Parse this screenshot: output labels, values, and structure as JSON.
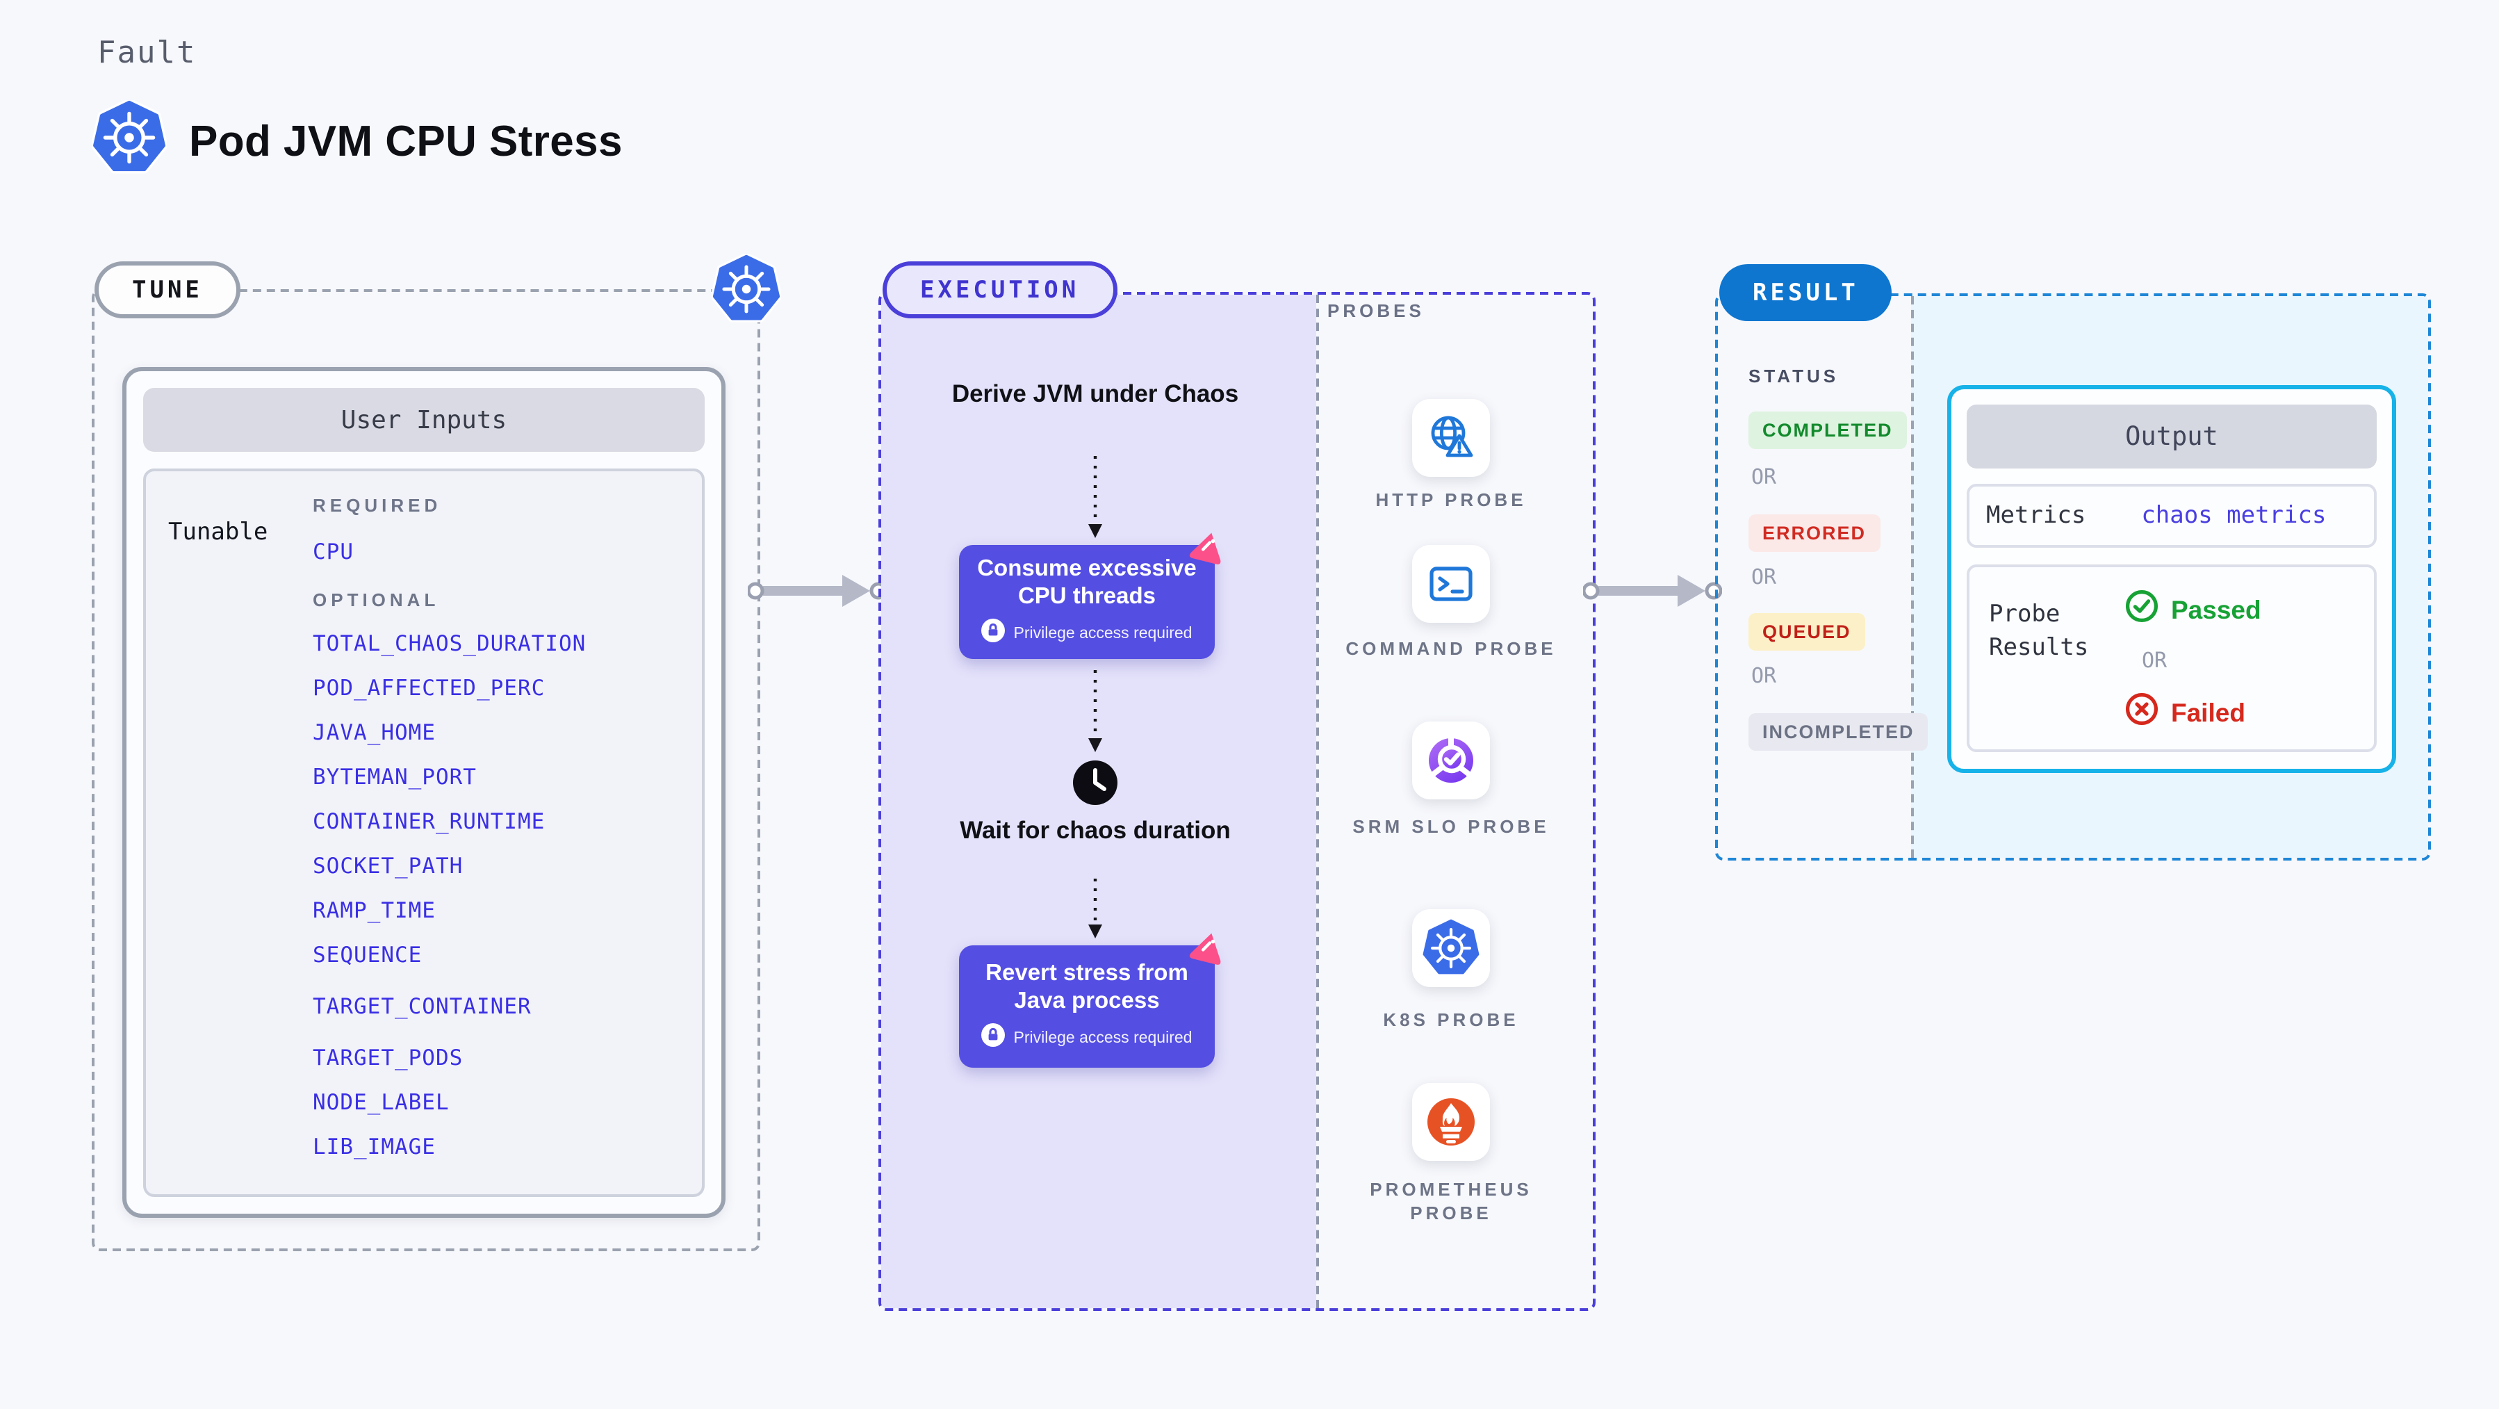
{
  "header": {
    "kicker": "Fault",
    "title": "Pod JVM CPU Stress",
    "logo_icon": "kubernetes-icon"
  },
  "tune": {
    "badge": "TUNE",
    "corner_icon": "kubernetes-icon",
    "card_title": "User Inputs",
    "row_label": "Tunable",
    "required_label": "REQUIRED",
    "required_items": [
      "CPU"
    ],
    "optional_label": "OPTIONAL",
    "optional_items": [
      "TOTAL_CHAOS_DURATION",
      "POD_AFFECTED_PERC",
      "JAVA_HOME",
      "BYTEMAN_PORT",
      "CONTAINER_RUNTIME",
      "SOCKET_PATH",
      "RAMP_TIME",
      "SEQUENCE",
      "TARGET_CONTAINER",
      "TARGET_PODS",
      "NODE_LABEL",
      "LIB_IMAGE"
    ]
  },
  "execution": {
    "badge": "EXECUTION",
    "step_derive": "Derive JVM under Chaos",
    "step_consume": "Consume excessive CPU threads",
    "step_wait": "Wait for chaos duration",
    "step_revert": "Revert stress from Java process",
    "privilege_note": "Privilege access required",
    "icons": {
      "lock": "lock-icon",
      "clock": "clock-icon",
      "corner": "chaos-corner-icon"
    }
  },
  "probes": {
    "label": "PROBES",
    "items": [
      {
        "label": "HTTP PROBE",
        "icon": "http-probe-icon"
      },
      {
        "label": "COMMAND PROBE",
        "icon": "command-probe-icon"
      },
      {
        "label": "SRM SLO PROBE",
        "icon": "srm-slo-probe-icon"
      },
      {
        "label": "K8S PROBE",
        "icon": "k8s-probe-icon"
      },
      {
        "label": "PROMETHEUS PROBE",
        "icon": "prometheus-probe-icon"
      }
    ]
  },
  "result": {
    "badge": "RESULT",
    "status_label": "STATUS",
    "or_label": "OR",
    "statuses": [
      {
        "label": "COMPLETED",
        "color": "#128a2c",
        "bg": "#def3e0"
      },
      {
        "label": "ERRORED",
        "color": "#d02b22",
        "bg": "#fbe9e8"
      },
      {
        "label": "QUEUED",
        "color": "#c02018",
        "bg": "#fcf0c8"
      },
      {
        "label": "INCOMPLETED",
        "color": "#6c7284",
        "bg": "#e8e9f0"
      }
    ],
    "output": {
      "title": "Output",
      "metrics_label": "Metrics",
      "metrics_value": "chaos metrics",
      "probe_results_label": "Probe Results",
      "passed_label": "Passed",
      "failed_label": "Failed",
      "passed_icon": "check-circle-icon",
      "failed_icon": "x-circle-icon"
    }
  },
  "colors": {
    "page_bg": "#f7f8fc",
    "tune_border": "#9ba2af",
    "execution_accent": "#4b3fda",
    "execution_fill": "#e4e2fa",
    "step_box": "#544ee2",
    "chaos_pink": "#fb5089",
    "result_border": "#1e86d6",
    "result_fill": "#e9f6fd",
    "result_pill": "#0e76cf",
    "output_border": "#17b2e8",
    "param_link": "#3a2fe4",
    "kubernetes_blue": "#3b6ce8",
    "http_probe_blue": "#1f78d9",
    "srm_purple": "#8b4bf2",
    "prometheus_orange": "#e75225",
    "passed_green": "#16a234",
    "failed_red": "#d6281c",
    "arrow_gray": "#b4b8c7"
  }
}
